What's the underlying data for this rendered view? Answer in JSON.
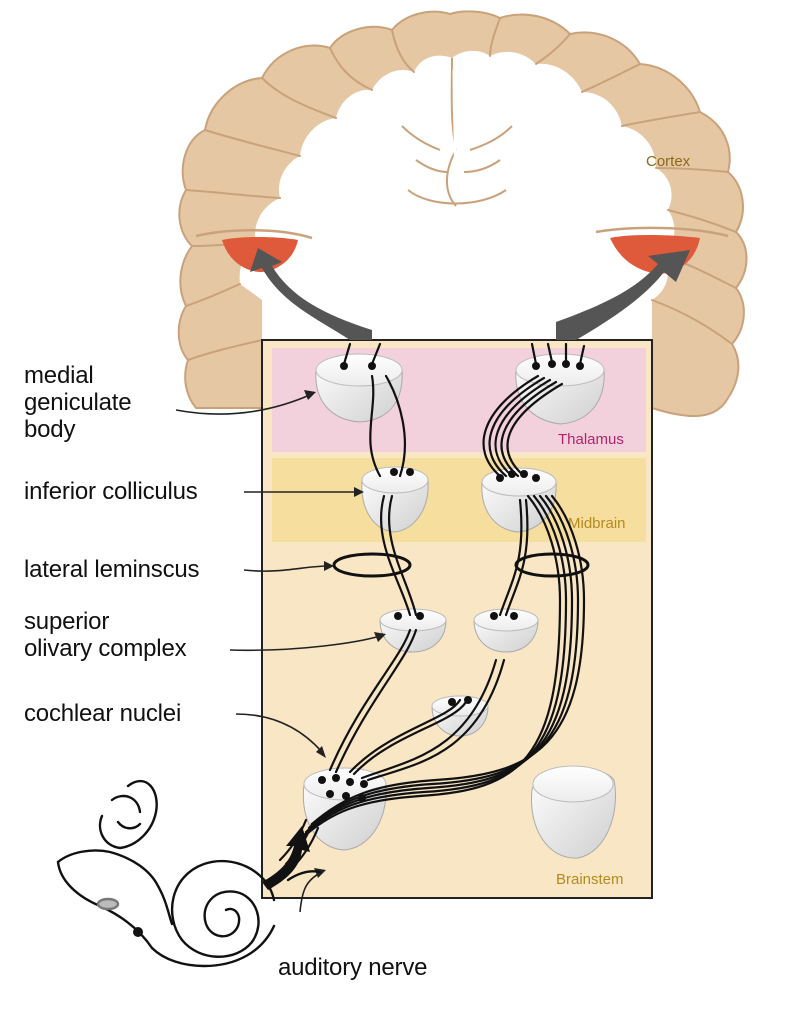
{
  "labels": {
    "medial_geniculate": "medial\ngeniculate\nbody",
    "inferior_colliculus": "inferior colliculus",
    "lateral_leminscus": "lateral leminscus",
    "superior_olivary": "superior\nolivary complex",
    "cochlear_nuclei": "cochlear nuclei",
    "auditory_nerve": "auditory nerve"
  },
  "regions": {
    "cortex": "Cortex",
    "thalamus": "Thalamus",
    "midbrain": "Midbrain",
    "brainstem": "Brainstem"
  },
  "colors": {
    "cortex_tissue": "#e6c7a3",
    "cortex_outline": "#c9a27c",
    "auditory_cortex": "#de5a3a",
    "thalamus_band": "#f3d1dc",
    "midbrain_band": "#f6df9e",
    "brainstem_band": "#f8e6c5",
    "thalamus_text": "#b0246e",
    "region_text": "#b58a1e",
    "cortex_text": "#8a6a1a"
  }
}
